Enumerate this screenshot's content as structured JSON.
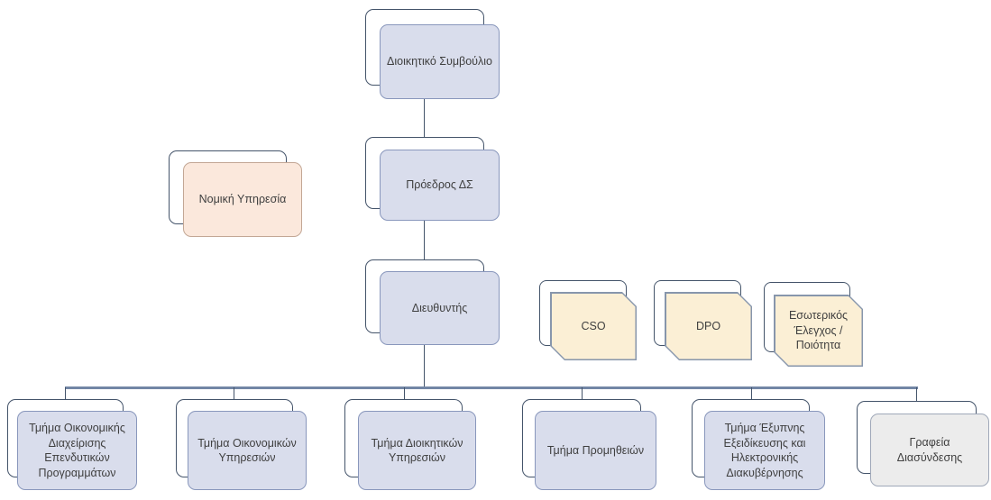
{
  "diagram": {
    "title": "Organizational chart (Greek public-agency structure)",
    "type": "org-chart"
  },
  "colors": {
    "node_blue_fill": "#D9DDEC",
    "node_blue_border": "#8997BC",
    "node_peach_fill": "#FBE8DC",
    "node_peach_border": "#C3A795",
    "node_yellow_fill": "#FBEFD5",
    "node_yellow_border": "#8796AC",
    "node_gray_fill": "#ECECEC",
    "node_gray_border": "#9FA8B8",
    "backplate_border": "#44546A",
    "connector_thin": "#44546A",
    "connector_thick": "#7286A5",
    "text": "#3F3F3F"
  },
  "nodes": {
    "board": {
      "label": "Διοικητικό Συμβούλιο",
      "style": "blue"
    },
    "chairman": {
      "label": "Πρόεδρος ΔΣ",
      "style": "blue"
    },
    "legal": {
      "label": "Νομική Υπηρεσία",
      "style": "peach"
    },
    "director": {
      "label": "Διευθυντής",
      "style": "blue"
    },
    "cso": {
      "label": "CSO",
      "style": "yellow"
    },
    "dpo": {
      "label": "DPO",
      "style": "yellow"
    },
    "internal_audit": {
      "label": "Εσωτερικός Έλεγχος / Ποιότητα",
      "style": "yellow"
    },
    "dept_investment": {
      "label": "Τμήμα Οικονομικής Διαχείρισης Επενδυτικών Προγραμμάτων",
      "style": "blue"
    },
    "dept_financial": {
      "label": "Τμήμα Οικονομικών Υπηρεσιών",
      "style": "blue"
    },
    "dept_admin": {
      "label": "Τμήμα Διοικητικών Υπηρεσιών",
      "style": "blue"
    },
    "dept_procurement": {
      "label": "Τμήμα Προμηθειών",
      "style": "blue"
    },
    "dept_smart": {
      "label": "Τμήμα Έξυπνης Εξειδίκευσης και Ηλεκτρονικής Διακυβέρνησης",
      "style": "blue"
    },
    "liaison": {
      "label": "Γραφεία Διασύνδεσης",
      "style": "gray"
    }
  },
  "hierarchy": {
    "board_to_chairman": "Διοικητικό Συμβούλιο → Πρόεδρος ΔΣ",
    "chairman_to_director": "Πρόεδρος ΔΣ → Διευθυντής",
    "director_children": [
      "Τμήμα Οικονομικής Διαχείρισης Επενδυτικών Προγραμμάτων",
      "Τμήμα Οικονομικών Υπηρεσιών",
      "Τμήμα Διοικητικών Υπηρεσιών",
      "Τμήμα Προμηθειών",
      "Τμήμα Έξυπνης Εξειδίκευσης και Ηλεκτρονικής Διακυβέρνησης",
      "Γραφεία Διασύνδεσης"
    ]
  }
}
